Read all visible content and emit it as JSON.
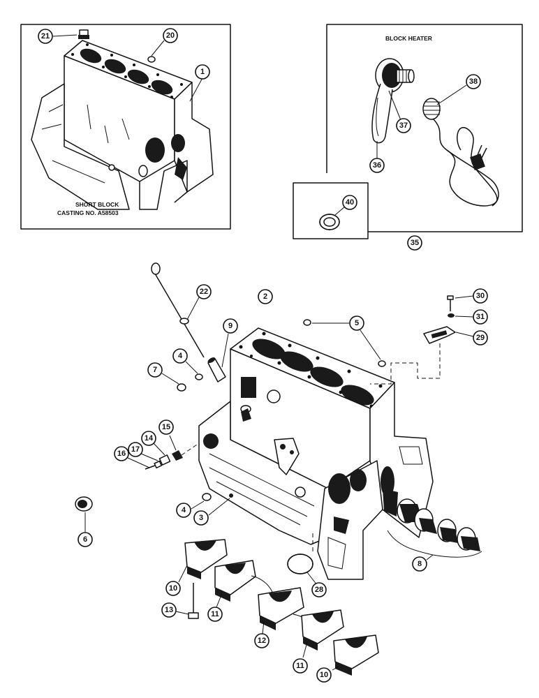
{
  "insets": {
    "short_block": {
      "caption_line1": "SHORT BLOCK",
      "caption_line2": "CASTING NO. A58503"
    },
    "block_heater": {
      "title": "BLOCK HEATER"
    }
  },
  "callouts": {
    "c1": "1",
    "c2": "2",
    "c3": "3",
    "c4a": "4",
    "c4b": "4",
    "c5": "5",
    "c6": "6",
    "c7": "7",
    "c8": "8",
    "c9": "9",
    "c10a": "10",
    "c10b": "10",
    "c11a": "11",
    "c11b": "11",
    "c12": "12",
    "c13": "13",
    "c14": "14",
    "c15": "15",
    "c16": "16",
    "c17": "17",
    "c20": "20",
    "c21": "21",
    "c22": "22",
    "c28": "28",
    "c29": "29",
    "c30": "30",
    "c31": "31",
    "c35": "35",
    "c36": "36",
    "c37": "37",
    "c38": "38",
    "c40": "40"
  }
}
